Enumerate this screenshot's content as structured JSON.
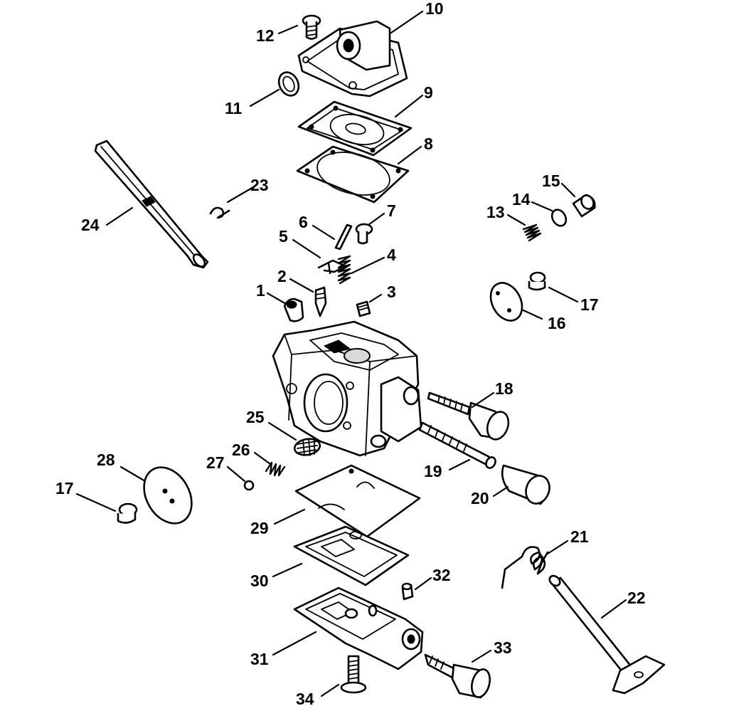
{
  "callouts": {
    "c1": "1",
    "c2": "2",
    "c3": "3",
    "c4": "4",
    "c5": "5",
    "c6": "6",
    "c7": "7",
    "c8": "8",
    "c9": "9",
    "c10": "10",
    "c11": "11",
    "c12": "12",
    "c13": "13",
    "c14": "14",
    "c15": "15",
    "c16": "16",
    "c17a": "17",
    "c17b": "17",
    "c18": "18",
    "c19": "19",
    "c20": "20",
    "c21": "21",
    "c22": "22",
    "c23": "23",
    "c24": "24",
    "c25": "25",
    "c26": "26",
    "c27": "27",
    "c28": "28",
    "c29": "29",
    "c30": "30",
    "c31": "31",
    "c32": "32",
    "c33": "33",
    "c34": "34"
  }
}
